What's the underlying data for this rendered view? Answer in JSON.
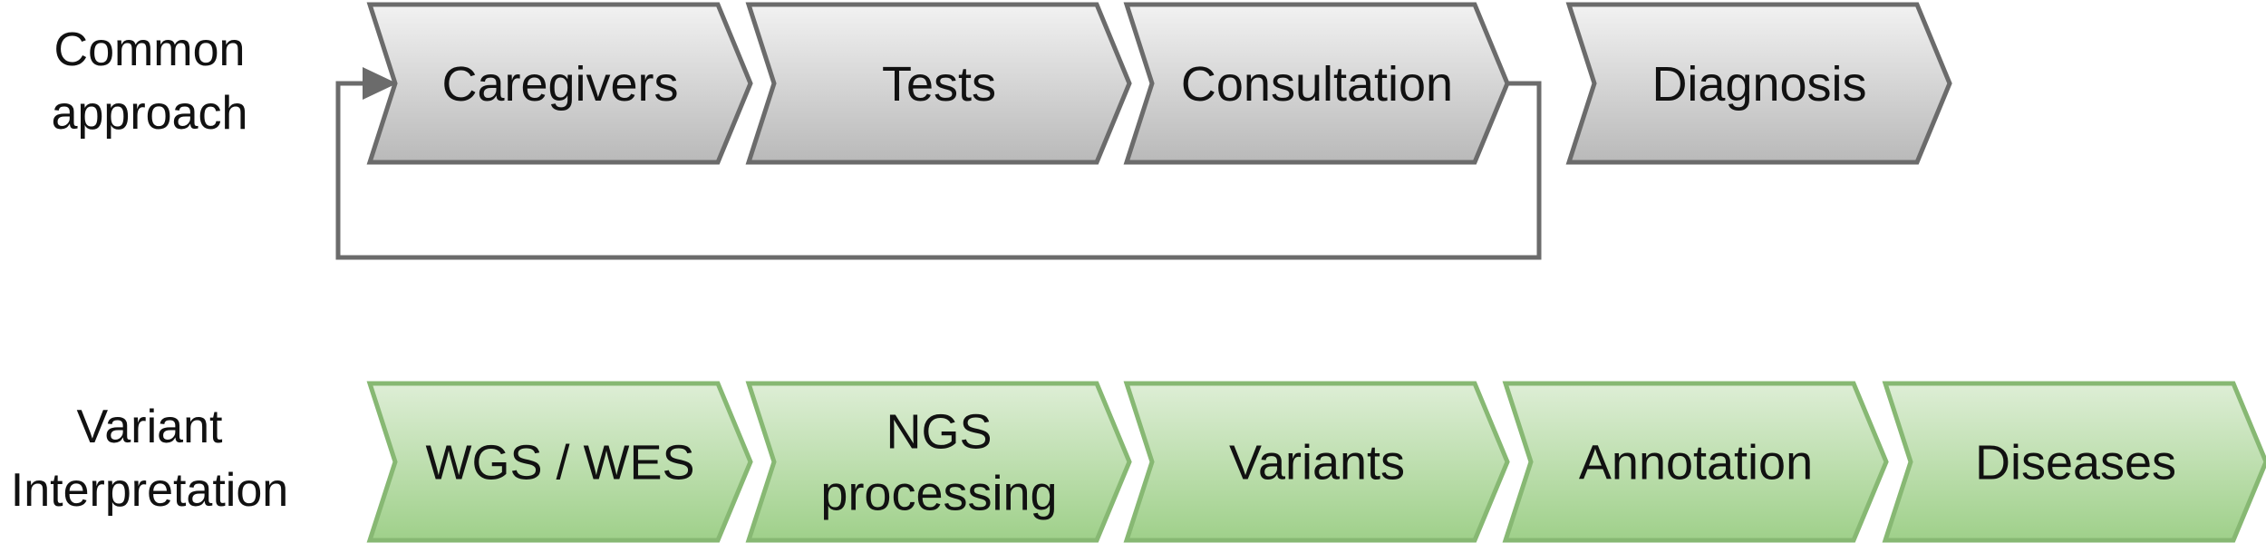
{
  "rows": {
    "common": {
      "label_line1": "Common",
      "label_line2": "approach",
      "steps": [
        {
          "text": [
            "Caregivers"
          ]
        },
        {
          "text": [
            "Tests"
          ]
        },
        {
          "text": [
            "Consultation"
          ]
        },
        {
          "text": [
            "Diagnosis"
          ]
        }
      ],
      "loop": {
        "from_step": "Consultation",
        "to_step": "Caregivers"
      }
    },
    "variant": {
      "label_line1": "Variant",
      "label_line2": "Interpretation",
      "steps": [
        {
          "text": [
            "WGS / WES"
          ]
        },
        {
          "text": [
            "NGS",
            "processing"
          ]
        },
        {
          "text": [
            "Variants"
          ]
        },
        {
          "text": [
            "Annotation"
          ]
        },
        {
          "text": [
            "Diseases"
          ]
        }
      ]
    }
  },
  "colors": {
    "gray_fill_top": "#f2f2f2",
    "gray_fill_bottom": "#b9b9b9",
    "gray_stroke": "#6b6b6b",
    "green_fill_top": "#deeed6",
    "green_fill_bottom": "#9fd08a",
    "green_stroke": "#87b873",
    "loop_stroke": "#6b6b6b",
    "text": "#111111"
  }
}
